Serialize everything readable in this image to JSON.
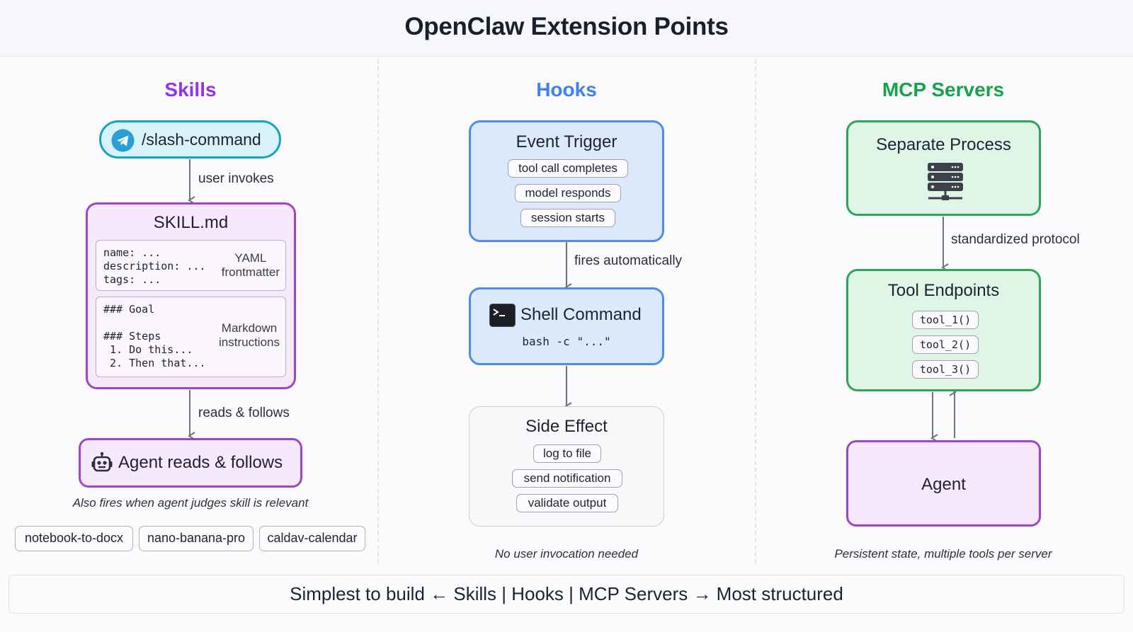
{
  "title": "OpenClaw Extension Points",
  "colors": {
    "skills": "#9333ea",
    "hooks": "#3b82f6",
    "mcp": "#16a34a"
  },
  "skills": {
    "heading": "Skills",
    "slash": {
      "icon": "telegram-send-icon",
      "label": "/slash-command"
    },
    "invoke_label": "user invokes",
    "skill_md": {
      "title": "SKILL.md",
      "frontmatter_code": "name: ...\ndescription: ...\ntags: ...",
      "frontmatter_note": "YAML\nfrontmatter",
      "body_code": "### Goal\n\n### Steps\n 1. Do this...\n 2. Then that...",
      "body_note": "Markdown\ninstructions"
    },
    "reads_label": "reads & follows",
    "agent": {
      "icon": "robot-icon",
      "label": "Agent reads & follows"
    },
    "note": "Also fires when agent judges skill is relevant",
    "examples": [
      "notebook-to-docx",
      "nano-banana-pro",
      "caldav-calendar"
    ]
  },
  "hooks": {
    "heading": "Hooks",
    "event_trigger": {
      "title": "Event Trigger",
      "items": [
        "tool call completes",
        "model responds",
        "session starts"
      ]
    },
    "fires_label": "fires automatically",
    "shell": {
      "icon": "terminal-icon",
      "title": "Shell Command",
      "code": "bash -c \"...\""
    },
    "side_effect": {
      "title": "Side Effect",
      "items": [
        "log to file",
        "send notification",
        "validate output"
      ]
    },
    "note": "No user invocation needed"
  },
  "mcp": {
    "heading": "MCP Servers",
    "process": {
      "title": "Separate Process",
      "icon": "server-icon"
    },
    "protocol_label": "standardized protocol",
    "endpoints": {
      "title": "Tool Endpoints",
      "items": [
        "tool_1()",
        "tool_2()",
        "tool_3()"
      ]
    },
    "agent_label": "Agent",
    "note": "Persistent state, multiple tools per server"
  },
  "footer": "Simplest to build ← Skills | Hooks | MCP Servers → Most structured"
}
